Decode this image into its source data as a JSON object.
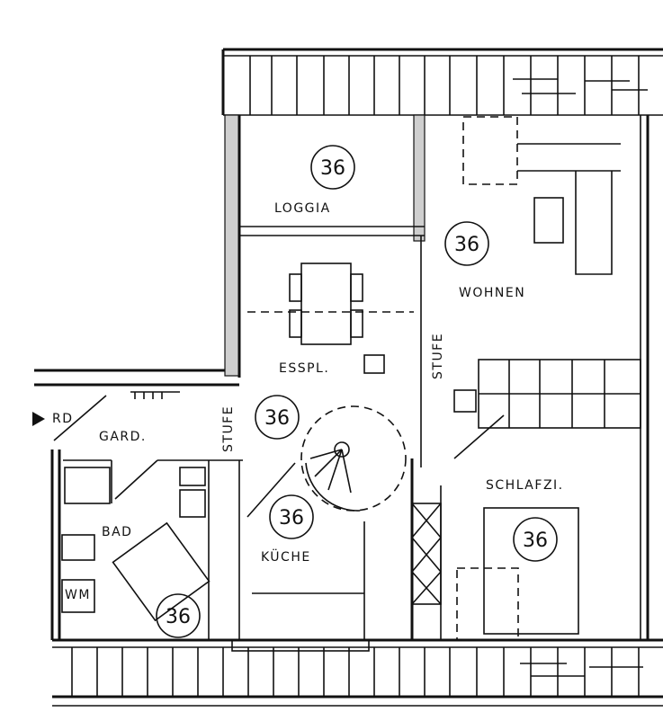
{
  "rooms": [
    {
      "name": "LOGGIA",
      "number": "36"
    },
    {
      "name": "WOHNEN",
      "number": "36"
    },
    {
      "name": "ESSPL.",
      "number": "36"
    },
    {
      "name": "KÜCHE",
      "number": "36"
    },
    {
      "name": "SCHLAFZI.",
      "number": "36"
    },
    {
      "name": "BAD",
      "number": "36"
    }
  ],
  "labels": {
    "gard": "GARD.",
    "stufe_left": "STUFE",
    "stufe_mid": "STUFE",
    "rd": "RD",
    "wm": "WM"
  }
}
